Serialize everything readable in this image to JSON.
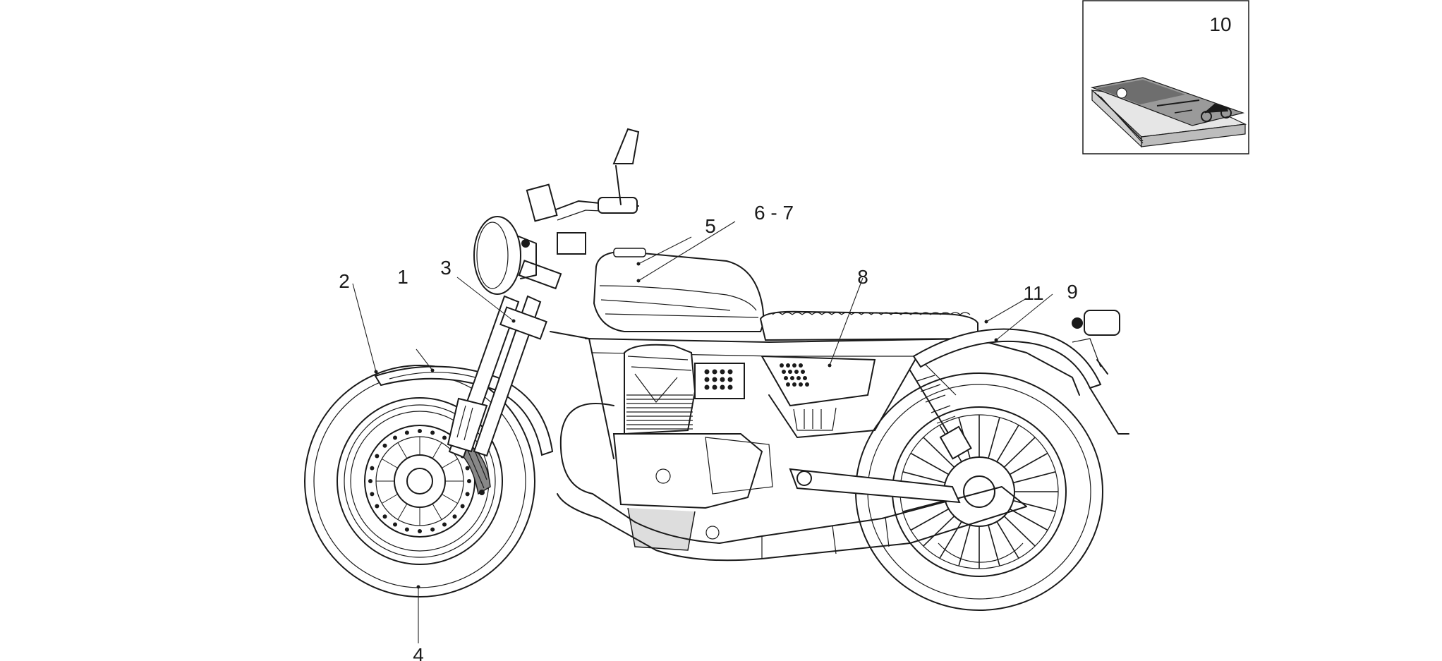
{
  "callouts": {
    "c1": "1",
    "c2": "2",
    "c3": "3",
    "c4": "4",
    "c5": "5",
    "c67": "6 - 7",
    "c8": "8",
    "c9": "9",
    "c10": "10",
    "c11": "11"
  }
}
